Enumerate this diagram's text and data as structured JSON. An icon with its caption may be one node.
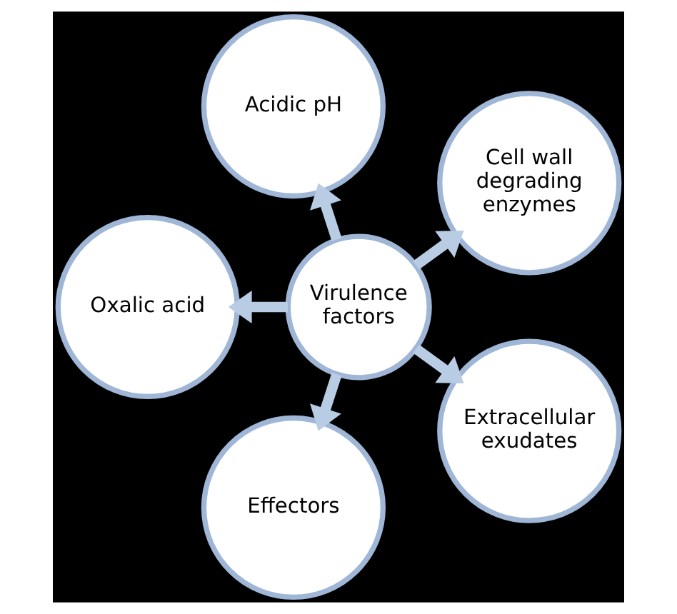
{
  "diagram": {
    "nodes": [
      {
        "text": [
          "Cell wall degrading enzymes"
        ]
      },
      {
        "text": [
          "Acidic pH"
        ]
      },
      {
        "text": [
          "Virulence factors"
        ]
      },
      {
        "text": [
          "Oxalic acid"
        ]
      },
      {
        "text": [
          "Effectors"
        ]
      },
      {
        "text": [
          "Extracellular exudates"
        ]
      }
    ],
    "edges": [
      {
        "from": 2,
        "to": 0,
        "arrow": "to"
      },
      {
        "from": 2,
        "to": 1,
        "arrow": "to"
      },
      {
        "from": 2,
        "to": 3,
        "arrow": "to"
      },
      {
        "from": 2,
        "to": 4,
        "arrow": "to"
      },
      {
        "from": 2,
        "to": 5,
        "arrow": "to"
      }
    ]
  }
}
